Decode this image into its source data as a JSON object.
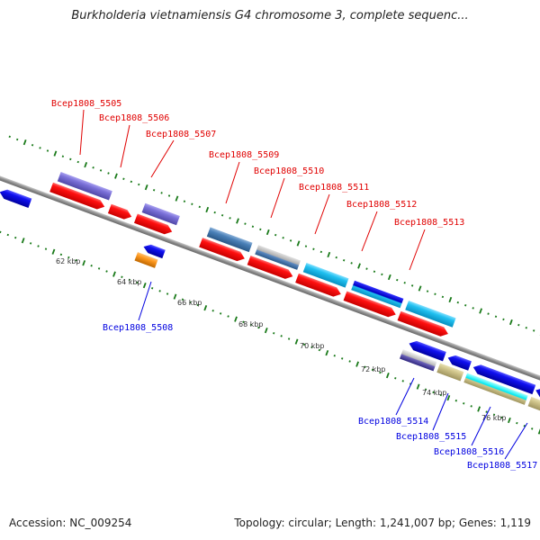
{
  "title": "Burkholderia vietnamiensis G4 chromosome 3, complete sequenc...",
  "footer": {
    "accession": "Accession: NC_009254",
    "summary": "Topology: circular; Length: 1,241,007 bp; Genes: 1,119"
  },
  "colors": {
    "forward_label": "#e00000",
    "reverse_label": "#0000e0",
    "tick": "#1a7a1a",
    "backbone": "#8c8c8c"
  },
  "ruler": {
    "labels": [
      "62 kbp",
      "64 kbp",
      "66 kbp",
      "68 kbp",
      "70 kbp",
      "72 kbp",
      "74 kbp",
      "76 kbp"
    ]
  },
  "genes": [
    {
      "id": "Bcep1808_5505",
      "strand": "forward"
    },
    {
      "id": "Bcep1808_5506",
      "strand": "forward"
    },
    {
      "id": "Bcep1808_5507",
      "strand": "forward"
    },
    {
      "id": "Bcep1808_5508",
      "strand": "reverse"
    },
    {
      "id": "Bcep1808_5509",
      "strand": "forward"
    },
    {
      "id": "Bcep1808_5510",
      "strand": "forward"
    },
    {
      "id": "Bcep1808_5511",
      "strand": "forward"
    },
    {
      "id": "Bcep1808_5512",
      "strand": "forward"
    },
    {
      "id": "Bcep1808_5513",
      "strand": "forward"
    },
    {
      "id": "Bcep1808_5514",
      "strand": "reverse"
    },
    {
      "id": "Bcep1808_5515",
      "strand": "reverse"
    },
    {
      "id": "Bcep1808_5516",
      "strand": "reverse"
    },
    {
      "id": "Bcep1808_5517",
      "strand": "reverse"
    }
  ]
}
